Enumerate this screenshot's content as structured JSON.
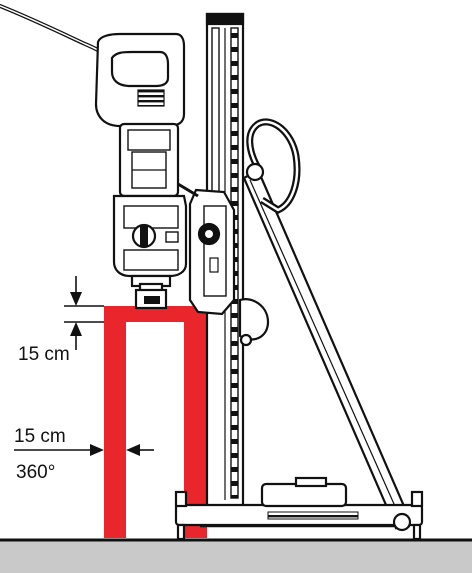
{
  "labels": {
    "clearance_top": "15 cm",
    "clearance_side": "15 cm",
    "rotation": "360°"
  },
  "colors": {
    "clearance_zone": "#e8262c",
    "floor": "#c9c9c9",
    "line": "#111111",
    "background": "#ffffff"
  },
  "icons": [
    "dimension-arrow-icon",
    "core-drill-icon",
    "drill-stand-icon"
  ]
}
